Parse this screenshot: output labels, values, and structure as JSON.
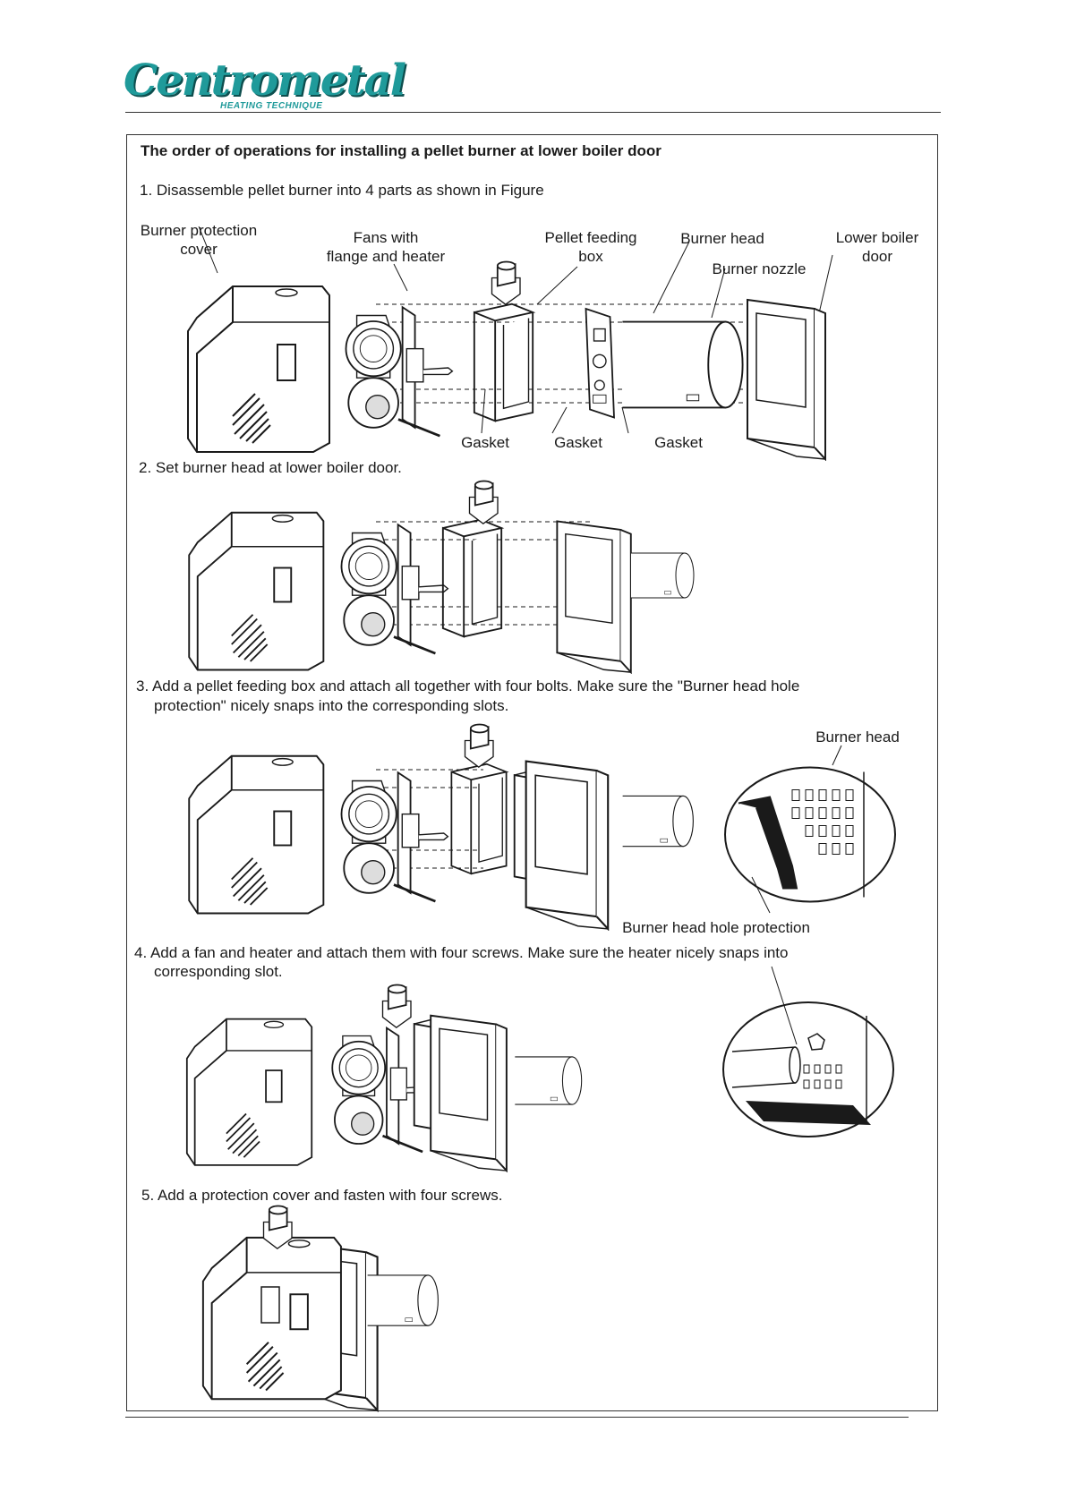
{
  "brand": {
    "logo_text": "Centrometal",
    "tagline": "HEATING TECHNIQUE",
    "color": "#1f9a9a"
  },
  "document": {
    "title": "The order of operations for installing a pellet burner at lower boiler door",
    "steps": [
      {
        "text": "1. Disassemble pellet burner into 4 parts as shown in Figure"
      },
      {
        "text": "2. Set burner head at lower boiler door."
      },
      {
        "line1": "3. Add a pellet feeding box and attach all together with four bolts. Make sure the \"Burner head hole",
        "line2": "protection\" nicely snaps into the corresponding slots."
      },
      {
        "line1": "4. Add a fan and heater and attach them with four screws. Make sure the heater nicely snaps into",
        "line2": "corresponding slot."
      },
      {
        "text": "5. Add a protection cover and fasten with four screws."
      }
    ]
  },
  "figure1": {
    "labels": {
      "protection_cover": [
        "Burner protection",
        "cover"
      ],
      "fans": [
        "Fans with",
        "flange and heater"
      ],
      "feeding_box": [
        "Pellet feeding",
        "box"
      ],
      "burner_head": "Burner head",
      "burner_nozzle": "Burner nozzle",
      "boiler_door": [
        "Lower boiler",
        "door"
      ],
      "gasket_1": "Gasket",
      "gasket_2": "Gasket",
      "gasket_3": "Gasket"
    }
  },
  "figure3": {
    "labels": {
      "burner_head": "Burner head",
      "hole_protection": "Burner head hole protection"
    }
  }
}
